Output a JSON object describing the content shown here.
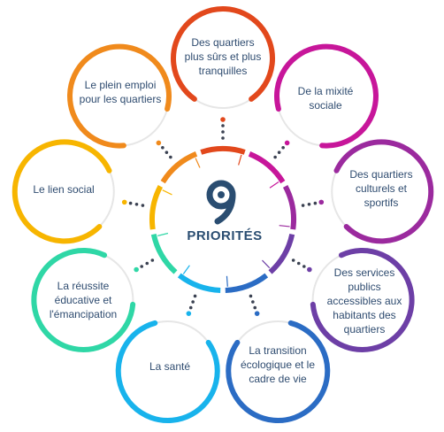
{
  "center": {
    "number": "9",
    "title": "PRIORITÉS"
  },
  "priorities": [
    {
      "label": "Des quartiers plus sûrs et plus tranquilles",
      "color": "#e2481c"
    },
    {
      "label": "De la mixité sociale",
      "color": "#c7169a"
    },
    {
      "label": "Des quartiers culturels et sportifs",
      "color": "#9b2a9e"
    },
    {
      "label": "Des services publics accessibles aux habitants des quartiers",
      "color": "#6d3fa6"
    },
    {
      "label": "La transition écologique et le cadre de vie",
      "color": "#2b6cc4"
    },
    {
      "label": "La santé",
      "color": "#18b3ec"
    },
    {
      "label": "La réussite éducative et l'émancipation",
      "color": "#2fd7a6"
    },
    {
      "label": "Le lien social",
      "color": "#f7b500"
    },
    {
      "label": "Le plein emploi pour les quartiers",
      "color": "#f08a1c"
    }
  ],
  "colors": {
    "text": "#2f4c70",
    "center_text": "#2a4d71",
    "dots": "#3b4252",
    "ring_base": "#e6e6e6"
  }
}
